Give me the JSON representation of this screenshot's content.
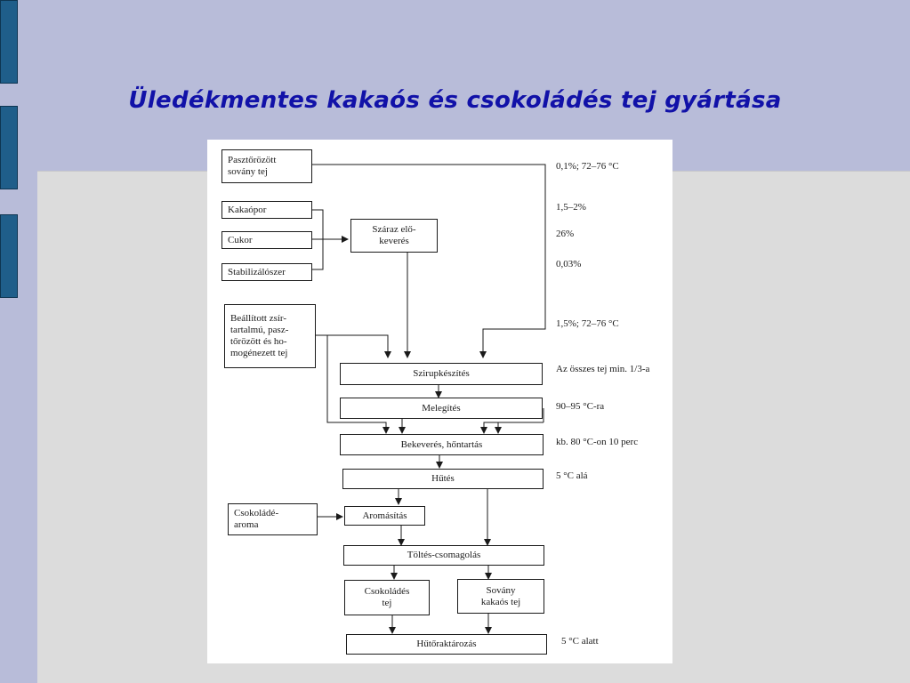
{
  "slide": {
    "title": "Üledékmentes kakaós és csokoládés tej gyártása"
  },
  "diagram": {
    "inputs": {
      "skim_milk": "Pasztőrözött\nsovány tej",
      "cocoa": "Kakaópor",
      "sugar": "Cukor",
      "stabilizer": "Stabilizálószer",
      "fat_milk": "Beállított zsír-\ntartalmú, pasz-\ntőrözött és ho-\nmogénezett tej",
      "aroma": "Csokoládé-\naroma"
    },
    "steps": {
      "premix": "Száraz elő-\nkeverés",
      "syrup": "Szirupkészítés",
      "heating": "Melegítés",
      "mixing": "Bekeverés, hőntartás",
      "cooling": "Hűtés",
      "flavoring": "Aromásítás",
      "filling": "Töltés-csomagolás",
      "choc_milk": "Csokoládés\ntej",
      "cocoa_milk": "Sovány\nkakaós tej",
      "cold_store": "Hűtőraktározás"
    },
    "notes": {
      "skim": "0,1%; 72–76 °C",
      "cocoa": "1,5–2%",
      "sugar": "26%",
      "stabilizer": "0,03%",
      "fat": "1,5%; 72–76 °C",
      "syrup": "Az összes tej min. 1/3-a",
      "heating": "90–95 °C-ra",
      "mixing": "kb. 80 °C-on 10 perc",
      "cooling": "5 °C alá",
      "storage": "5 °C alatt"
    }
  },
  "colors": {
    "background": "#b8bcd9",
    "panel": "#dcdcdc",
    "title": "#1111a8",
    "tab": "#1f5e8a"
  }
}
